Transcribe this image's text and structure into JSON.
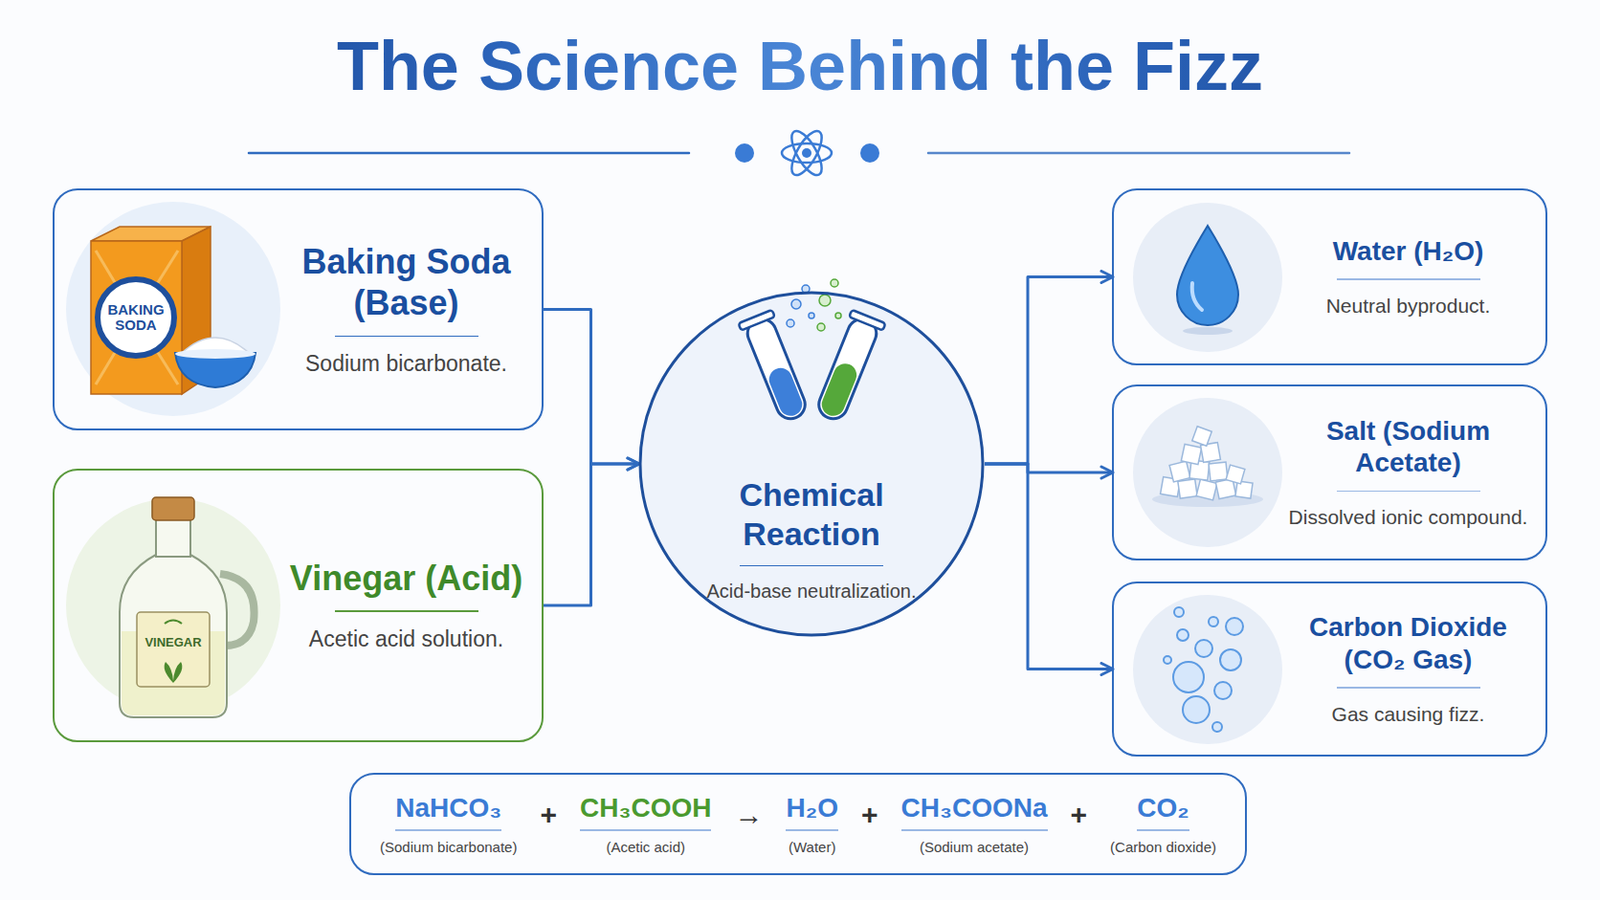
{
  "diagram": {
    "title": "The Science Behind the Fizz",
    "nodes": [
      {
        "text": [
          "Baking Soda (Base)",
          "Sodium bicarbonate."
        ]
      },
      {
        "text": [
          "Vinegar (Acid)",
          "Acetic acid solution."
        ]
      },
      {
        "text": [
          "Chemical Reaction",
          "Acid-base neutralization."
        ]
      },
      {
        "text": [
          "Water (H₂O)",
          "Neutral byproduct."
        ]
      },
      {
        "text": [
          "Salt (Sodium Acetate)",
          "Dissolved ionic compound."
        ]
      },
      {
        "text": [
          "Carbon Dioxide (CO₂ Gas)",
          "Gas causing fizz."
        ]
      },
      {
        "text": [
          "NaHCO₃",
          "(Sodium bicarbonate)",
          "+",
          "CH₃COOH",
          "(Acetic acid)",
          "→",
          "H₂O",
          "(Water)",
          "+",
          "CH₃COONa",
          "(Sodium acetate)",
          "+",
          "CO₂",
          "(Carbon dioxide)"
        ]
      }
    ],
    "edges": [
      {
        "from": 0,
        "to": 2,
        "arrow": "to"
      },
      {
        "from": 1,
        "to": 2,
        "arrow": "to"
      },
      {
        "from": 2,
        "to": 3,
        "arrow": "to"
      },
      {
        "from": 2,
        "to": 4,
        "arrow": "to"
      },
      {
        "from": 2,
        "to": 5,
        "arrow": "to"
      }
    ],
    "labels": [
      "BAKING SODA",
      "VINEGAR"
    ]
  }
}
